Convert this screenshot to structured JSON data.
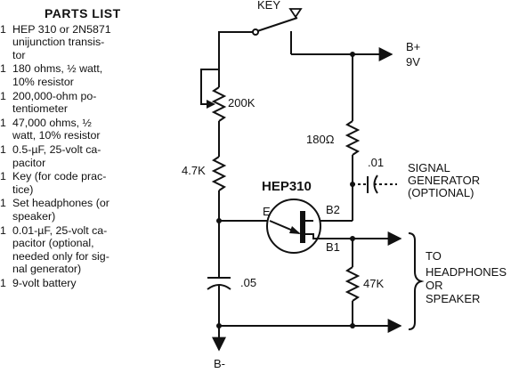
{
  "parts_list": {
    "title": "PARTS LIST",
    "items": [
      {
        "qty": "1",
        "desc": "HEP 310 or 2N5871\nunijunction transis-\ntor"
      },
      {
        "qty": "1",
        "desc": "180 ohms, ½ watt,\n10% resistor"
      },
      {
        "qty": "1",
        "desc": "200,000-ohm po-\ntentiometer"
      },
      {
        "qty": "1",
        "desc": "47,000 ohms, ½\nwatt, 10% resistor"
      },
      {
        "qty": "1",
        "desc": "0.5-µF, 25-volt ca-\npacitor"
      },
      {
        "qty": "1",
        "desc": "Key (for code prac-\ntice)"
      },
      {
        "qty": "1",
        "desc": "Set headphones (or\nspeaker)"
      },
      {
        "qty": "1",
        "desc": "0.01-µF, 25-volt ca-\npacitor (optional,\nneeded only for sig-\nnal generator)"
      },
      {
        "qty": "1",
        "desc": "9-volt battery"
      }
    ]
  },
  "schematic": {
    "key_label": "KEY",
    "bplus_label": "B+",
    "voltage_label": "9V",
    "pot_label": "200K",
    "r1_label": "4.7K",
    "r180_label": "180Ω",
    "cap01_label": ".01",
    "signal_gen_lines": [
      "SIGNAL",
      "GENERATOR",
      "(OPTIONAL)"
    ],
    "transistor_label": "HEP310",
    "emitter_label": "E",
    "b2_label": "B2",
    "b1_label": "B1",
    "cap05_label": ".05",
    "r47k_label": "47K",
    "output_lines": [
      "TO",
      "HEADPHONES",
      "OR",
      "SPEAKER"
    ],
    "bminus_label": "B-"
  }
}
